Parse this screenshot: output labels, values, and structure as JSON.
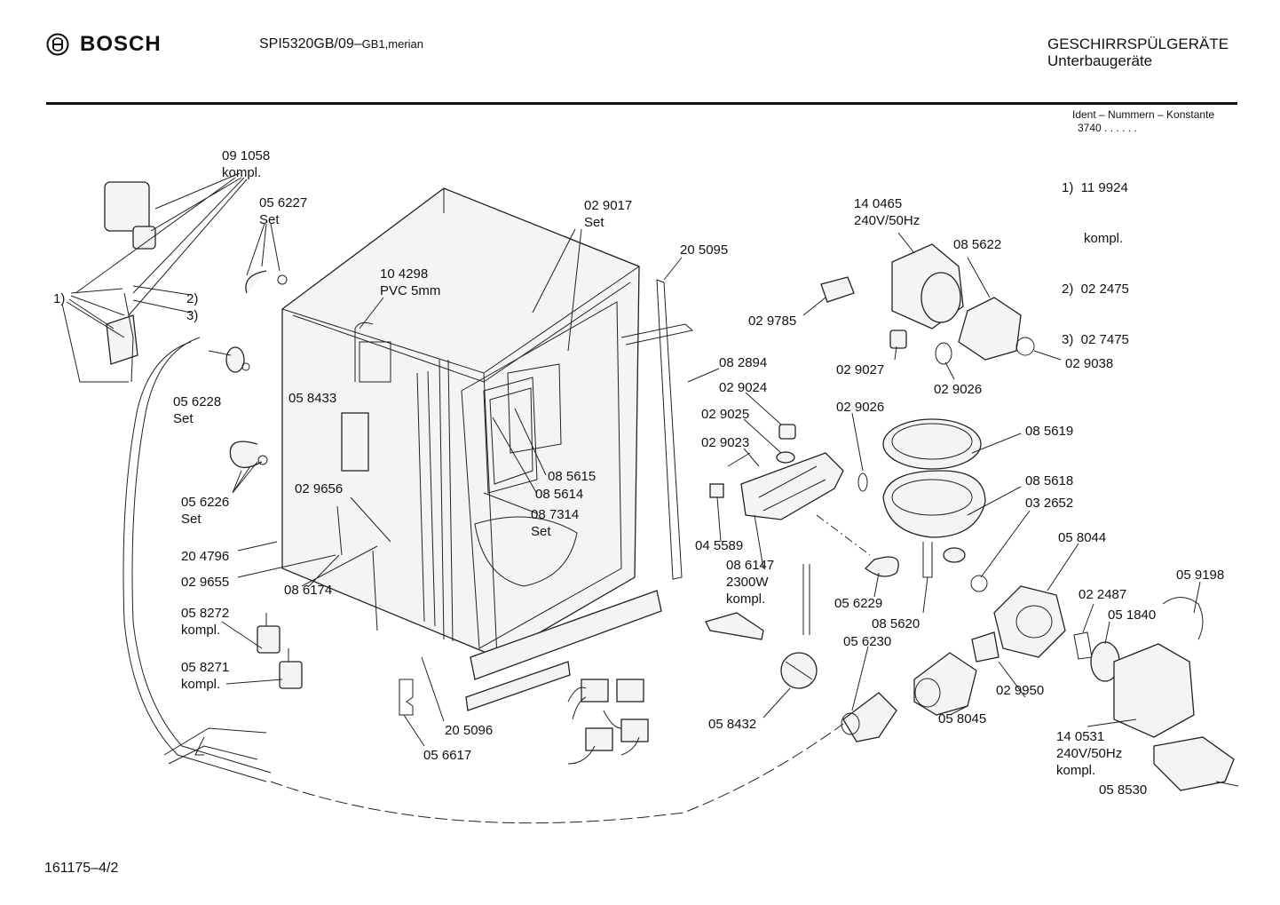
{
  "header": {
    "brand": "BOSCH",
    "model": "SPI5320GB/09–",
    "model_suffix": "GB1,merian",
    "category_line1": "GESCHIRRSPÜLGERÄTE",
    "category_line2": "Unterbaugeräte",
    "ident_line1": "Ident – Nummern – Konstante",
    "ident_line2": "3740  .  .  .  .  .  ."
  },
  "notes": [
    "1)  11 9924",
    "      kompl.",
    "2)  02 2475",
    "3)  02 7475"
  ],
  "labels": [
    {
      "id": "l1",
      "lines": [
        "09 1058",
        "kompl."
      ]
    },
    {
      "id": "l2",
      "lines": [
        "05 6227",
        "Set"
      ]
    },
    {
      "id": "l3",
      "lines": [
        "1)"
      ]
    },
    {
      "id": "l4",
      "lines": [
        "2)"
      ]
    },
    {
      "id": "l5",
      "lines": [
        "3)"
      ]
    },
    {
      "id": "l6",
      "lines": [
        "10 4298",
        "PVC 5mm"
      ]
    },
    {
      "id": "l7",
      "lines": [
        "02 9017",
        "Set"
      ]
    },
    {
      "id": "l8",
      "lines": [
        "20 5095"
      ]
    },
    {
      "id": "l9",
      "lines": [
        "14 0465",
        "240V/50Hz"
      ]
    },
    {
      "id": "l10",
      "lines": [
        "08 5622"
      ]
    },
    {
      "id": "l11",
      "lines": [
        "02 9785"
      ]
    },
    {
      "id": "l12",
      "lines": [
        "05 6228",
        "Set"
      ]
    },
    {
      "id": "l13",
      "lines": [
        "05 8433"
      ]
    },
    {
      "id": "l14",
      "lines": [
        "02 9027"
      ]
    },
    {
      "id": "l15",
      "lines": [
        "02 9026"
      ]
    },
    {
      "id": "l16",
      "lines": [
        "02 9038"
      ]
    },
    {
      "id": "l17",
      "lines": [
        "08 2894"
      ]
    },
    {
      "id": "l18",
      "lines": [
        "02 9024"
      ]
    },
    {
      "id": "l19",
      "lines": [
        "02 9025"
      ]
    },
    {
      "id": "l20",
      "lines": [
        "02 9026"
      ]
    },
    {
      "id": "l21",
      "lines": [
        "02 9023"
      ]
    },
    {
      "id": "l22",
      "lines": [
        "08 5619"
      ]
    },
    {
      "id": "l23",
      "lines": [
        "08 5615"
      ]
    },
    {
      "id": "l24",
      "lines": [
        "08 5614"
      ]
    },
    {
      "id": "l25",
      "lines": [
        "08 7314",
        "Set"
      ]
    },
    {
      "id": "l26",
      "lines": [
        "05 6226",
        "Set"
      ]
    },
    {
      "id": "l27",
      "lines": [
        "02 9656"
      ]
    },
    {
      "id": "l28",
      "lines": [
        "08 5618"
      ]
    },
    {
      "id": "l29",
      "lines": [
        "03 2652"
      ]
    },
    {
      "id": "l30",
      "lines": [
        "05 8044"
      ]
    },
    {
      "id": "l31",
      "lines": [
        "20 4796"
      ]
    },
    {
      "id": "l32",
      "lines": [
        "02 9655"
      ]
    },
    {
      "id": "l33",
      "lines": [
        "04 5589"
      ]
    },
    {
      "id": "l34",
      "lines": [
        "08 6147",
        "2300W",
        "kompl."
      ]
    },
    {
      "id": "l35",
      "lines": [
        "08 6174"
      ]
    },
    {
      "id": "l36",
      "lines": [
        "05 6229"
      ]
    },
    {
      "id": "l37",
      "lines": [
        "05 9198"
      ]
    },
    {
      "id": "l38",
      "lines": [
        "02 2487"
      ]
    },
    {
      "id": "l39",
      "lines": [
        "05 1840"
      ]
    },
    {
      "id": "l40",
      "lines": [
        "05 8272",
        "kompl."
      ]
    },
    {
      "id": "l41",
      "lines": [
        "08 5620"
      ]
    },
    {
      "id": "l42",
      "lines": [
        "05 6230"
      ]
    },
    {
      "id": "l43",
      "lines": [
        "05 8271",
        "kompl."
      ]
    },
    {
      "id": "l44",
      "lines": [
        "02 9950"
      ]
    },
    {
      "id": "l45",
      "lines": [
        "05 8045"
      ]
    },
    {
      "id": "l46",
      "lines": [
        "05 8432"
      ]
    },
    {
      "id": "l47",
      "lines": [
        "20 5096"
      ]
    },
    {
      "id": "l48",
      "lines": [
        "05 6617"
      ]
    },
    {
      "id": "l49",
      "lines": [
        "14 0531",
        "240V/50Hz",
        "kompl."
      ]
    },
    {
      "id": "l50",
      "lines": [
        "05 8530"
      ]
    }
  ],
  "footer": {
    "drawing_number": "161175–4/2"
  }
}
